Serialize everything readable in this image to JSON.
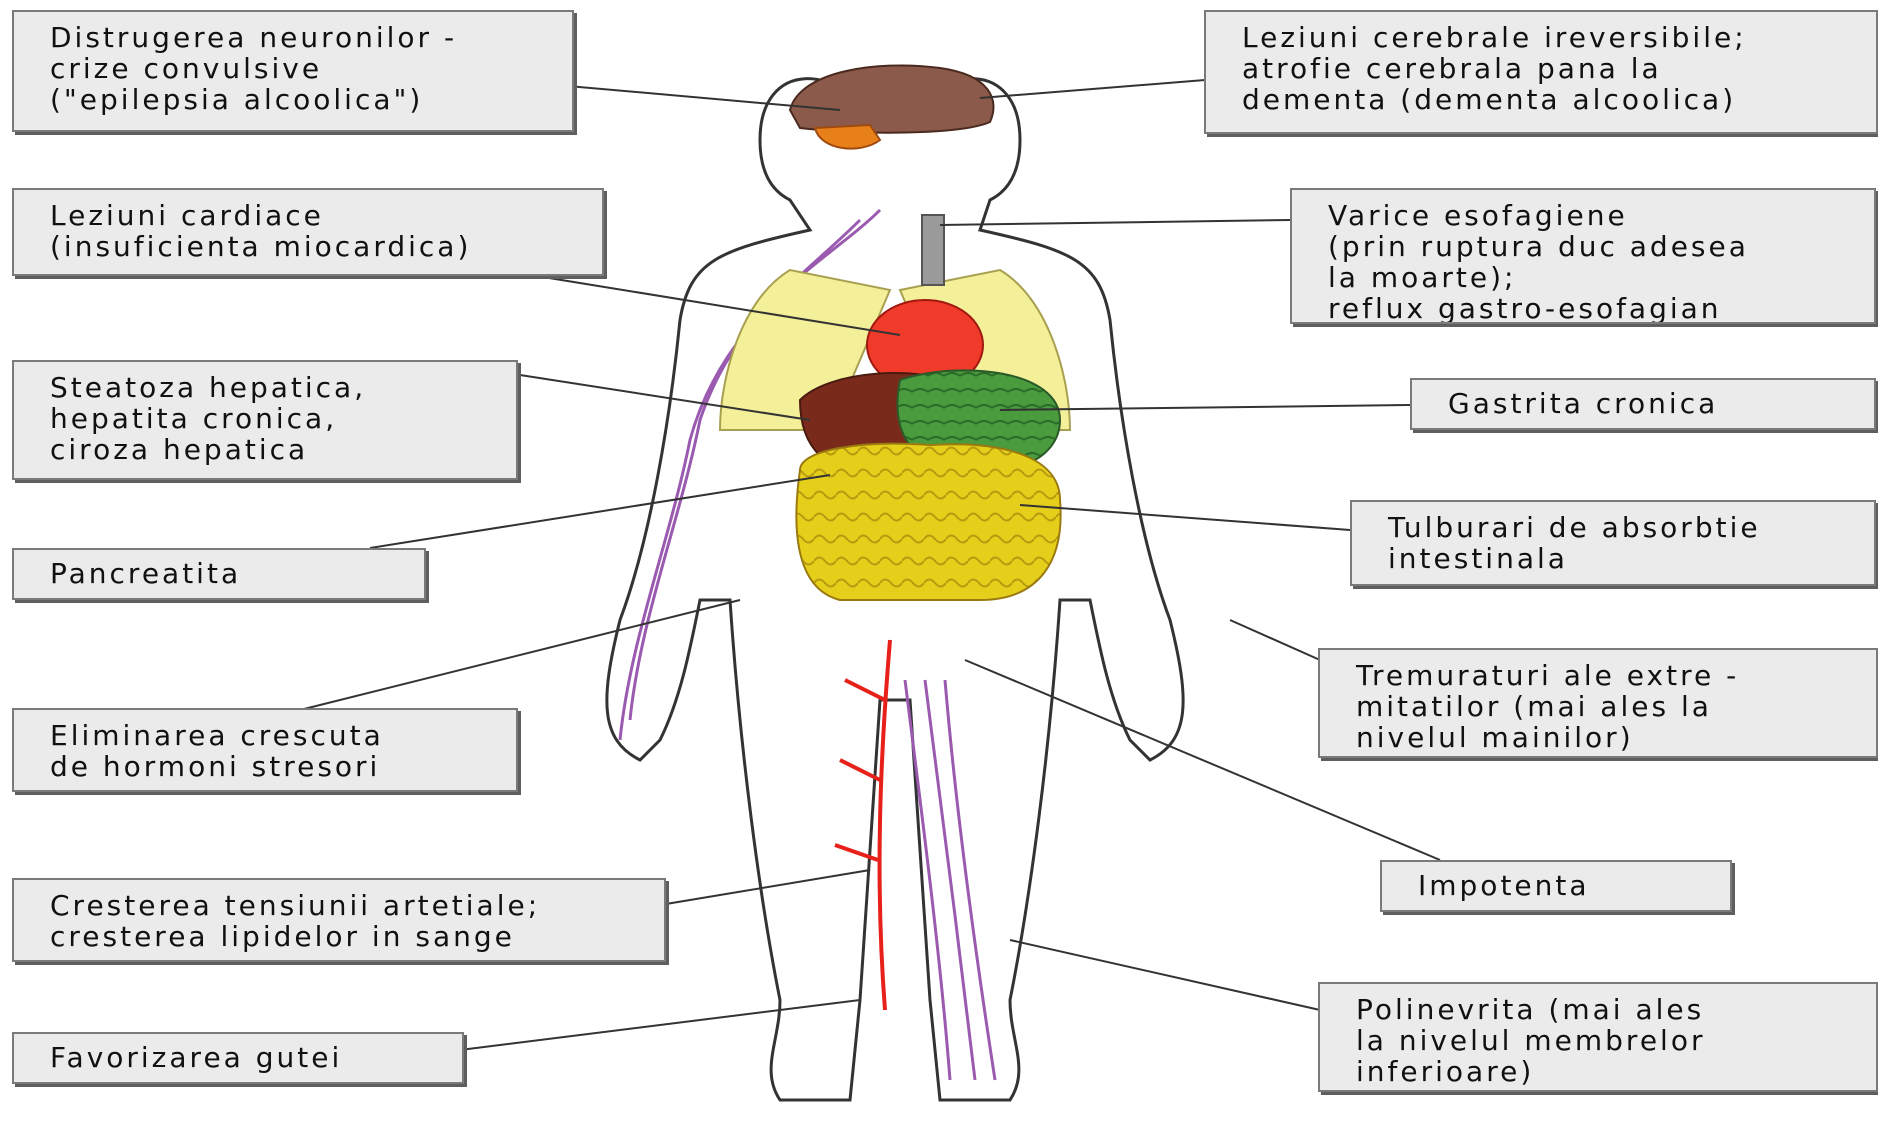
{
  "callouts": {
    "neuroni": "Distrugerea neuronilor -\ncrize convulsive\n(\"epilepsia alcoolica\")",
    "creier": "Leziuni cerebrale ireversibile;\natrofie cerebrala pana la\ndementa (dementa alcoolica)",
    "cardiace": "Leziuni cardiace\n(insuficienta miocardica)",
    "varice": "Varice esofagiene\n(prin ruptura duc adesea\nla moarte);\nreflux gastro-esofagian",
    "hepatic": "Steatoza hepatica,\nhepatita cronica,\nciroza hepatica",
    "gastrita": "Gastrita cronica",
    "pancreatita": "Pancreatita",
    "absorbtie": "Tulburari de absorbtie\nintestinala",
    "hormoni": "Eliminarea crescuta\nde hormoni stresori",
    "tremuraturi": "Tremuraturi ale extre -\nmitatilor (mai ales la\nnivelul mainilor)",
    "impotenta": "Impotenta",
    "tensiune": "Cresterea tensiunii artetiale;\ncresterea lipidelor in sange",
    "guta": "Favorizarea gutei",
    "polinevrita": "Polinevrita (mai ales\nla nivelul membrelor\ninferioare)"
  },
  "colors": {
    "brain": "#8b5a4a",
    "heart": "#f03a2a",
    "lungs": "#f4f09a",
    "liver": "#7a2a1a",
    "stomach": "#3f8a3a",
    "intestine": "#e6cf1a",
    "nerves": "#9a5ab0",
    "arteries": "#e8201a",
    "callout_bg": "#ecebeb"
  }
}
